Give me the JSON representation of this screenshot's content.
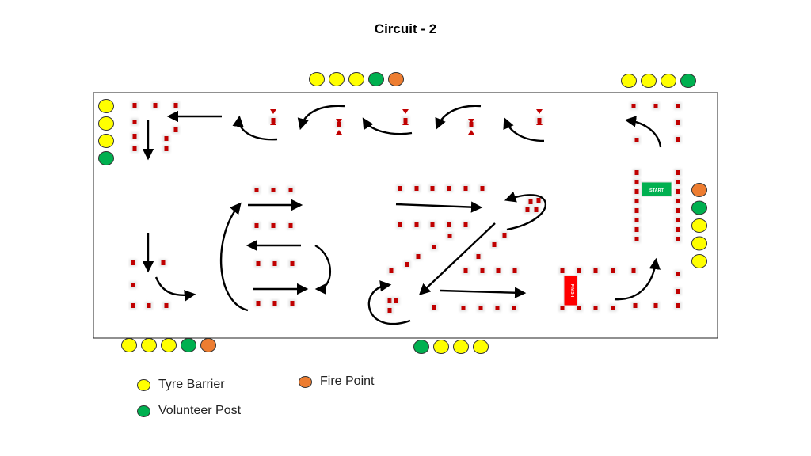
{
  "title": "Circuit - 2",
  "colors": {
    "tyre_barrier": "#ffff00",
    "volunteer_post": "#00b050",
    "fire_point": "#ed7d31",
    "cone": "#c00000",
    "start_box": "#00b050",
    "finish_box": "#ff0000",
    "arrow": "#000000"
  },
  "track": {
    "start_label": "START",
    "finish_label": "FINISH"
  },
  "legend": {
    "tyre_barrier": "Tyre Barrier",
    "fire_point": "Fire Point",
    "volunteer_post": "Volunteer Post"
  }
}
